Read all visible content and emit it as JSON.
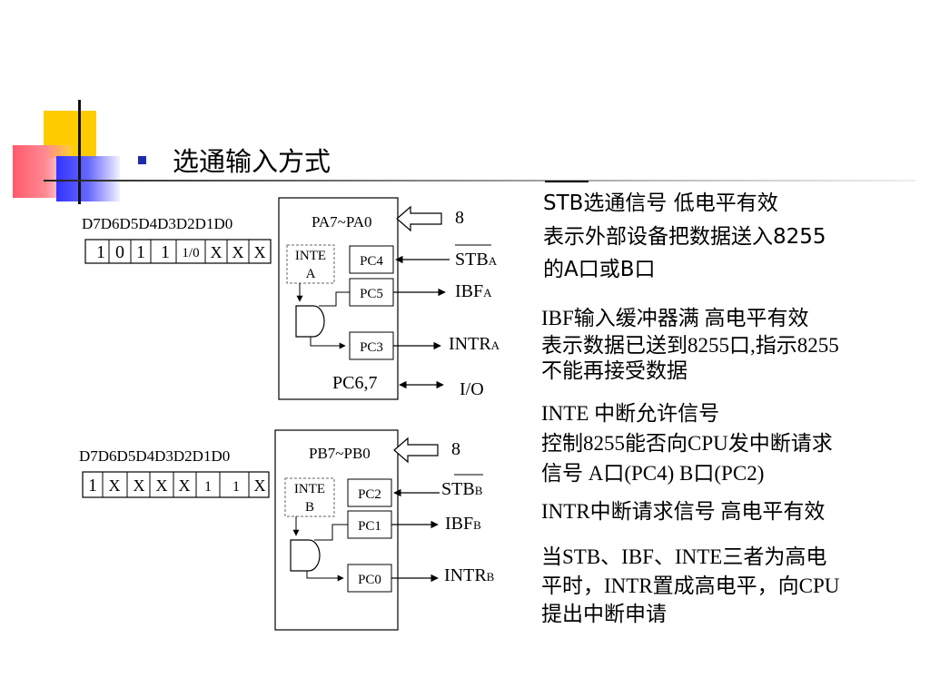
{
  "slide": {
    "title": "选通输入方式"
  },
  "portA": {
    "bit_header": "D7D6D5D4D3D2D1D0",
    "bits": [
      "1",
      "0",
      "1",
      "1",
      "1/0",
      "X",
      "X",
      "X"
    ],
    "bus": "PA7~PA0",
    "width": "8",
    "inte": [
      "INTE",
      "A"
    ],
    "pins": [
      "PC4",
      "PC5",
      "PC3"
    ],
    "group": "PC6,7",
    "signals": {
      "stb": "STB",
      "stb_sub": "A",
      "ibf": "IBF",
      "ibf_sub": "A",
      "intr": "INTR",
      "intr_sub": "A",
      "io": "I/O"
    }
  },
  "portB": {
    "bit_header": "D7D6D5D4D3D2D1D0",
    "bits": [
      "1",
      "X",
      "X",
      "X",
      "X",
      "1",
      "1",
      "X"
    ],
    "bus": "PB7~PB0",
    "width": "8",
    "inte": [
      "INTE",
      "B"
    ],
    "pins": [
      "PC2",
      "PC1",
      "PC0"
    ],
    "signals": {
      "stb": "STB",
      "stb_sub": "B",
      "ibf": "IBF",
      "ibf_sub": "B",
      "intr": "INTR",
      "intr_sub": "B"
    }
  },
  "notes": {
    "stb": [
      "STB选通信号   低电平有效",
      "表示外部设备把数据送入8255",
      "的A口或B口"
    ],
    "ibf": [
      "IBF输入缓冲器满   高电平有效",
      "表示数据已送到8255口,指示8255",
      "不能再接受数据"
    ],
    "inte": [
      "INTE   中断允许信号",
      "控制8255能否向CPU发中断请求",
      "信号    A口(PC4)    B口(PC2)"
    ],
    "intr": [
      "INTR中断请求信号  高电平有效"
    ],
    "summary": [
      "当STB、IBF、INTE三者为高电",
      "平时，INTR置成高电平，向CPU",
      "提出中断申请"
    ]
  }
}
